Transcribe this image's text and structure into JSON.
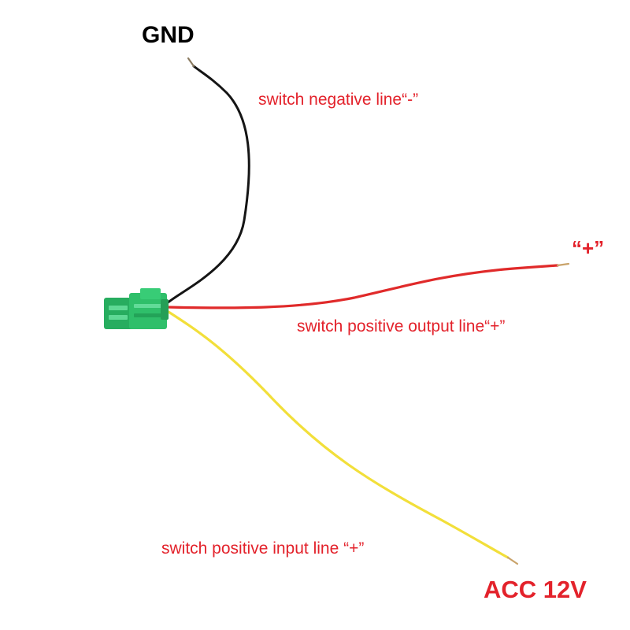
{
  "labels": {
    "gnd": "GND",
    "negative_line": "switch negative line“-”",
    "positive_tip": "“+”",
    "positive_output_line": "switch positive output line“+”",
    "positive_input_line": "switch positive input line “+”",
    "acc": "ACC 12V"
  },
  "colors": {
    "label_red": "#e3222b",
    "label_black": "#000000",
    "wire_black": "#151515",
    "wire_red": "#e02a2a",
    "wire_yellow": "#f2df3a",
    "connector_green": "#2fbf6a",
    "copper": "#c9a36a"
  }
}
